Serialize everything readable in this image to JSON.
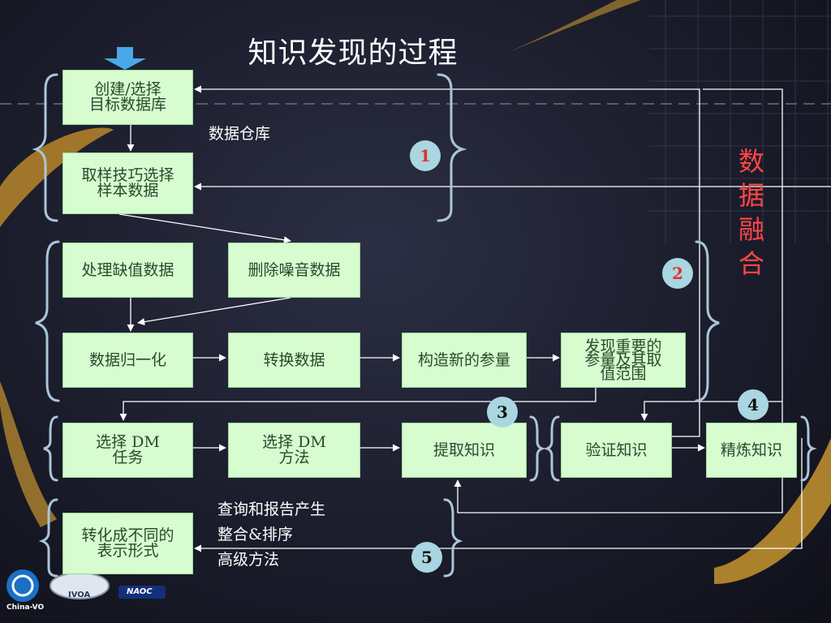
{
  "title": "知识发现的过程",
  "boxes": {
    "create_db": "创建/选择\n目标数据库",
    "sampling": "取样技巧选择\n样本数据",
    "missing": "处理缺值数据",
    "noise": "删除噪音数据",
    "normalize": "数据归一化",
    "transform": "转换数据",
    "construct": "构造新的参量",
    "discover": "发现重要的\n参量及其取\n值范围",
    "dm_task": "选择 DM\n任务",
    "dm_method": "选择 DM\n方法",
    "extract": "提取知识",
    "verify": "验证知识",
    "refine": "精炼知识",
    "represent": "转化成不同的\n表示形式"
  },
  "labels": {
    "warehouse": "数据仓库",
    "query": "查询和报告产生",
    "integrate": "整合&排序",
    "advanced": "高级方法",
    "fusion": "数据融合"
  },
  "badges": [
    "1",
    "2",
    "3",
    "4",
    "5"
  ],
  "logos": {
    "ivoa": "IVOA",
    "naoc": "NAOC",
    "china_vo": "China-VO"
  },
  "colors": {
    "box_fill": "#d6fcd0",
    "badge_fill": "#a9d6e0",
    "badge_red": "#e0322a",
    "badge_black": "#111111",
    "fusion_red": "#ff4646",
    "arrow": "#ffffff",
    "brace": "#a9c6d8",
    "entry_arrow": "#4aa8e8"
  }
}
